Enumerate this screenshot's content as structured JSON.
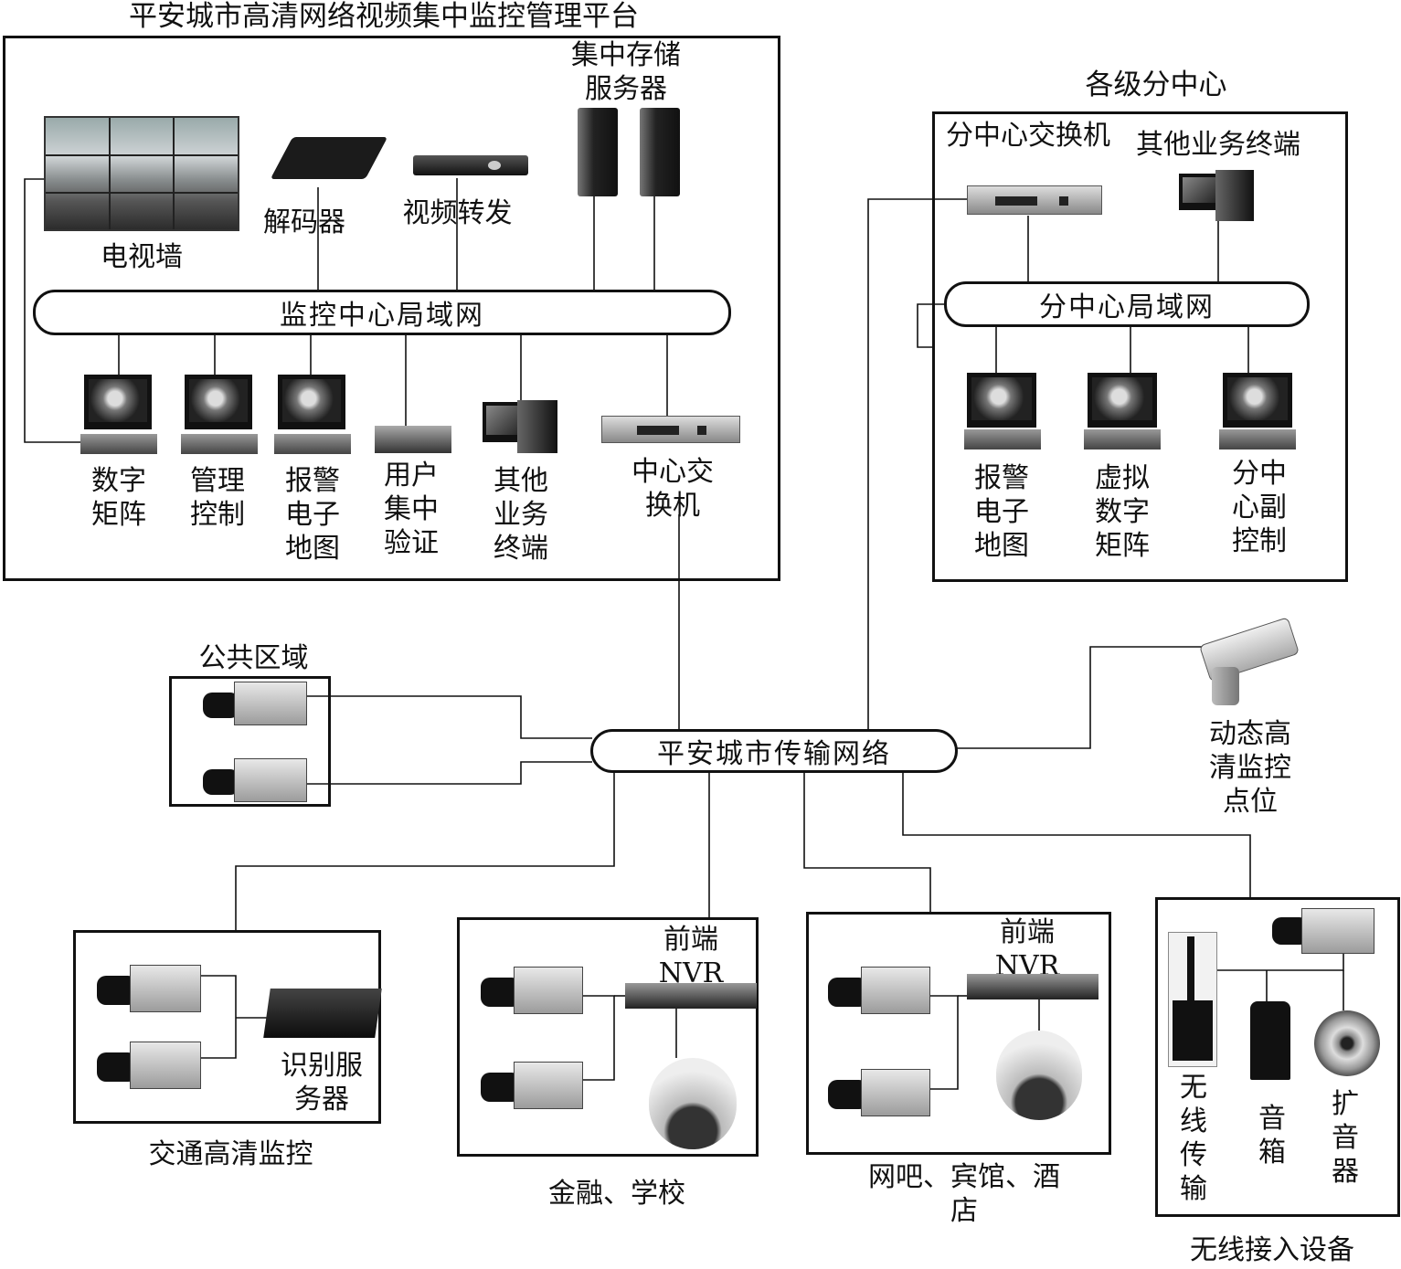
{
  "title": "平安城市高清网络视频集中监控管理平台",
  "center": {
    "lan": "监控中心局域网",
    "tv_wall": "电视墙",
    "decoder": "解码器",
    "video_forward": "视频转发",
    "storage": "集中存储服务器",
    "terminals": [
      "数字矩阵",
      "管理控制",
      "报警电子地图",
      "用户集中验证",
      "其他业务终端"
    ],
    "switch": "中心交换机"
  },
  "sub_center": {
    "title": "各级分中心",
    "switch": "分中心交换机",
    "other_terminal": "其他业务终端",
    "lan": "分中心局域网",
    "terminals": [
      "报警电子地图",
      "虚拟数字矩阵",
      "分中心副控制"
    ]
  },
  "network": "平安城市传输网络",
  "public_area": "公共区域",
  "dynamic_point": "动态高清监控点位",
  "traffic": {
    "label": "交通高清监控",
    "server": "识别服务器"
  },
  "finance": {
    "label": "金融、学校",
    "nvr": "前端NVR"
  },
  "netbar": {
    "label": "网吧、宾馆、酒店",
    "nvr": "前端NVR"
  },
  "wireless": {
    "label": "无线接入设备",
    "items": [
      "无线传输",
      "音箱",
      "扩音器"
    ]
  },
  "colors": {
    "line": "#111111",
    "device_dark": "#222222",
    "device_light": "#cfcfcf"
  }
}
